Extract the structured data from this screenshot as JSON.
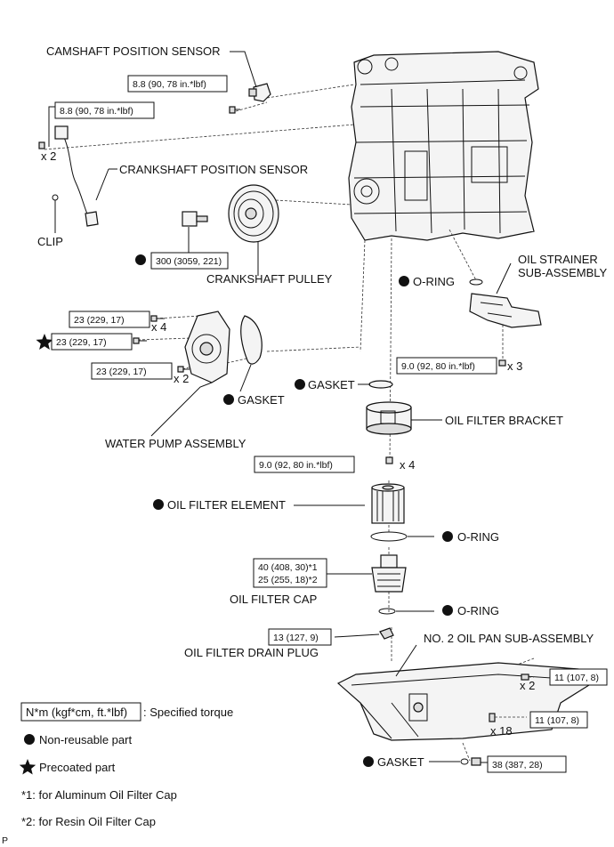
{
  "labels": {
    "cam_sensor": "CAMSHAFT POSITION SENSOR",
    "crank_sensor": "CRANKSHAFT POSITION SENSOR",
    "clip": "CLIP",
    "crank_pulley": "CRANKSHAFT PULLEY",
    "oring1": "O-RING",
    "oil_strainer_1": "OIL STRAINER",
    "oil_strainer_2": "SUB-ASSEMBLY",
    "gasket_pump": "GASKET",
    "gasket_filter": "GASKET",
    "water_pump": "WATER PUMP ASSEMBLY",
    "filter_bracket": "OIL FILTER BRACKET",
    "filter_element": "OIL FILTER ELEMENT",
    "oring2": "O-RING",
    "filter_cap": "OIL FILTER CAP",
    "oring3": "O-RING",
    "drain_plug": "OIL FILTER DRAIN PLUG",
    "oil_pan": "NO. 2 OIL PAN SUB-ASSEMBLY",
    "gasket_pan": "GASKET"
  },
  "torques": {
    "cam": "8.8 (90, 78 in.*lbf)",
    "crank_sensor": "8.8 (90, 78 in.*lbf)",
    "pulley": "300 (3059, 221)",
    "pump_a": "23 (229, 17)",
    "pump_b": "23 (229, 17)",
    "pump_c": "23 (229, 17)",
    "strainer": "9.0 (92, 80 in.*lbf)",
    "bracket": "9.0 (92, 80 in.*lbf)",
    "cap_line1": "40 (408, 30)*1",
    "cap_line2": "25 (255, 18)*2",
    "drain": "13 (127, 9)",
    "pan_a": "11 (107, 8)",
    "pan_b": "11 (107, 8)",
    "pan_plug": "38 (387, 28)"
  },
  "qty": {
    "cam_sensor": "x 2",
    "pump_a": "x 4",
    "pump_c": "x 2",
    "strainer": "x 3",
    "bracket": "x 4",
    "pan_a": "x 2",
    "pan_b": "x 18"
  },
  "legend": {
    "torque_box": "N*m (kgf*cm, ft.*lbf)",
    "torque_text": ": Specified torque",
    "nonreusable": "Non-reusable part",
    "precoated": "Precoated part",
    "note1": "*1: for Aluminum Oil Filter Cap",
    "note2": "*2: for Resin Oil Filter Cap"
  },
  "corner_mark": "P"
}
